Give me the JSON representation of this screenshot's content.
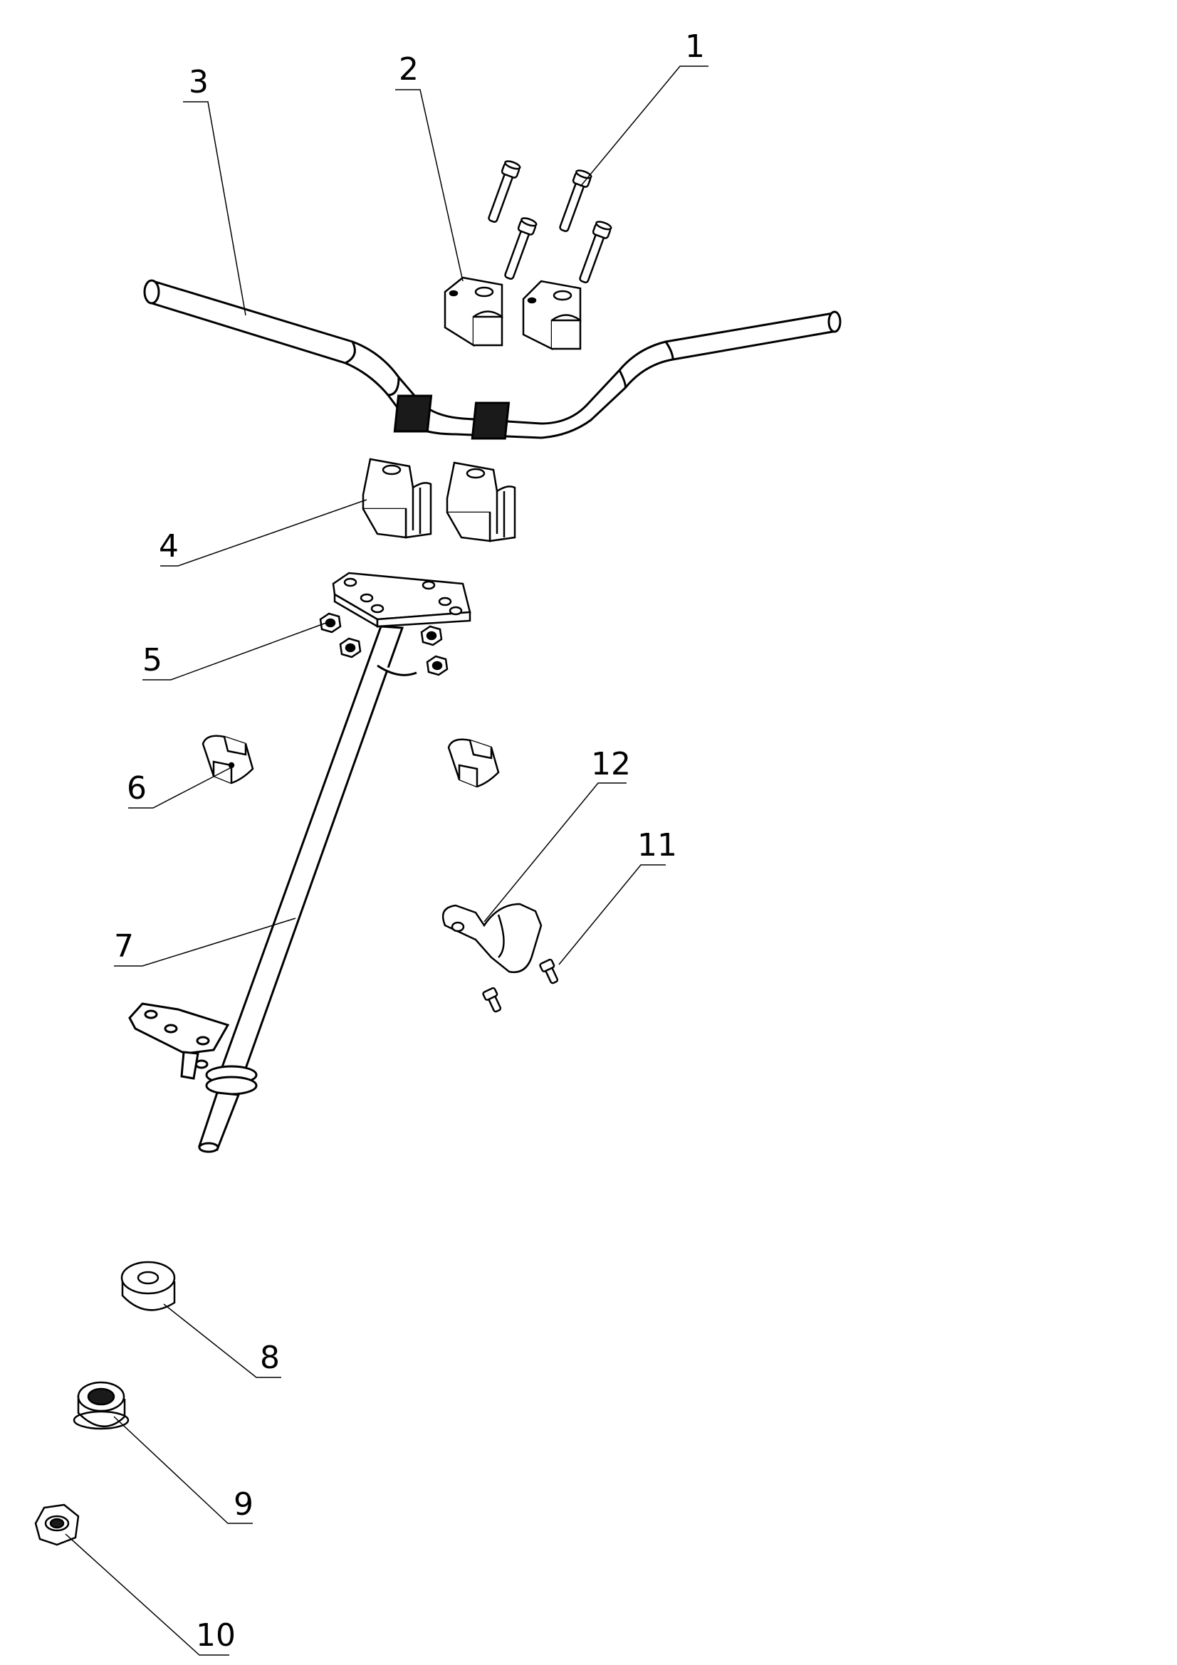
{
  "callouts": [
    {
      "id": "1",
      "label": "1"
    },
    {
      "id": "2",
      "label": "2"
    },
    {
      "id": "3",
      "label": "3"
    },
    {
      "id": "4",
      "label": "4"
    },
    {
      "id": "5",
      "label": "5"
    },
    {
      "id": "6",
      "label": "6"
    },
    {
      "id": "7",
      "label": "7"
    },
    {
      "id": "8",
      "label": "8"
    },
    {
      "id": "9",
      "label": "9"
    },
    {
      "id": "10",
      "label": "10"
    },
    {
      "id": "11",
      "label": "11"
    },
    {
      "id": "12",
      "label": "12"
    }
  ],
  "colors": {
    "line": "#000000",
    "fill": "#ffffff",
    "shade": "#1a1a1a",
    "background": "#ffffff"
  }
}
